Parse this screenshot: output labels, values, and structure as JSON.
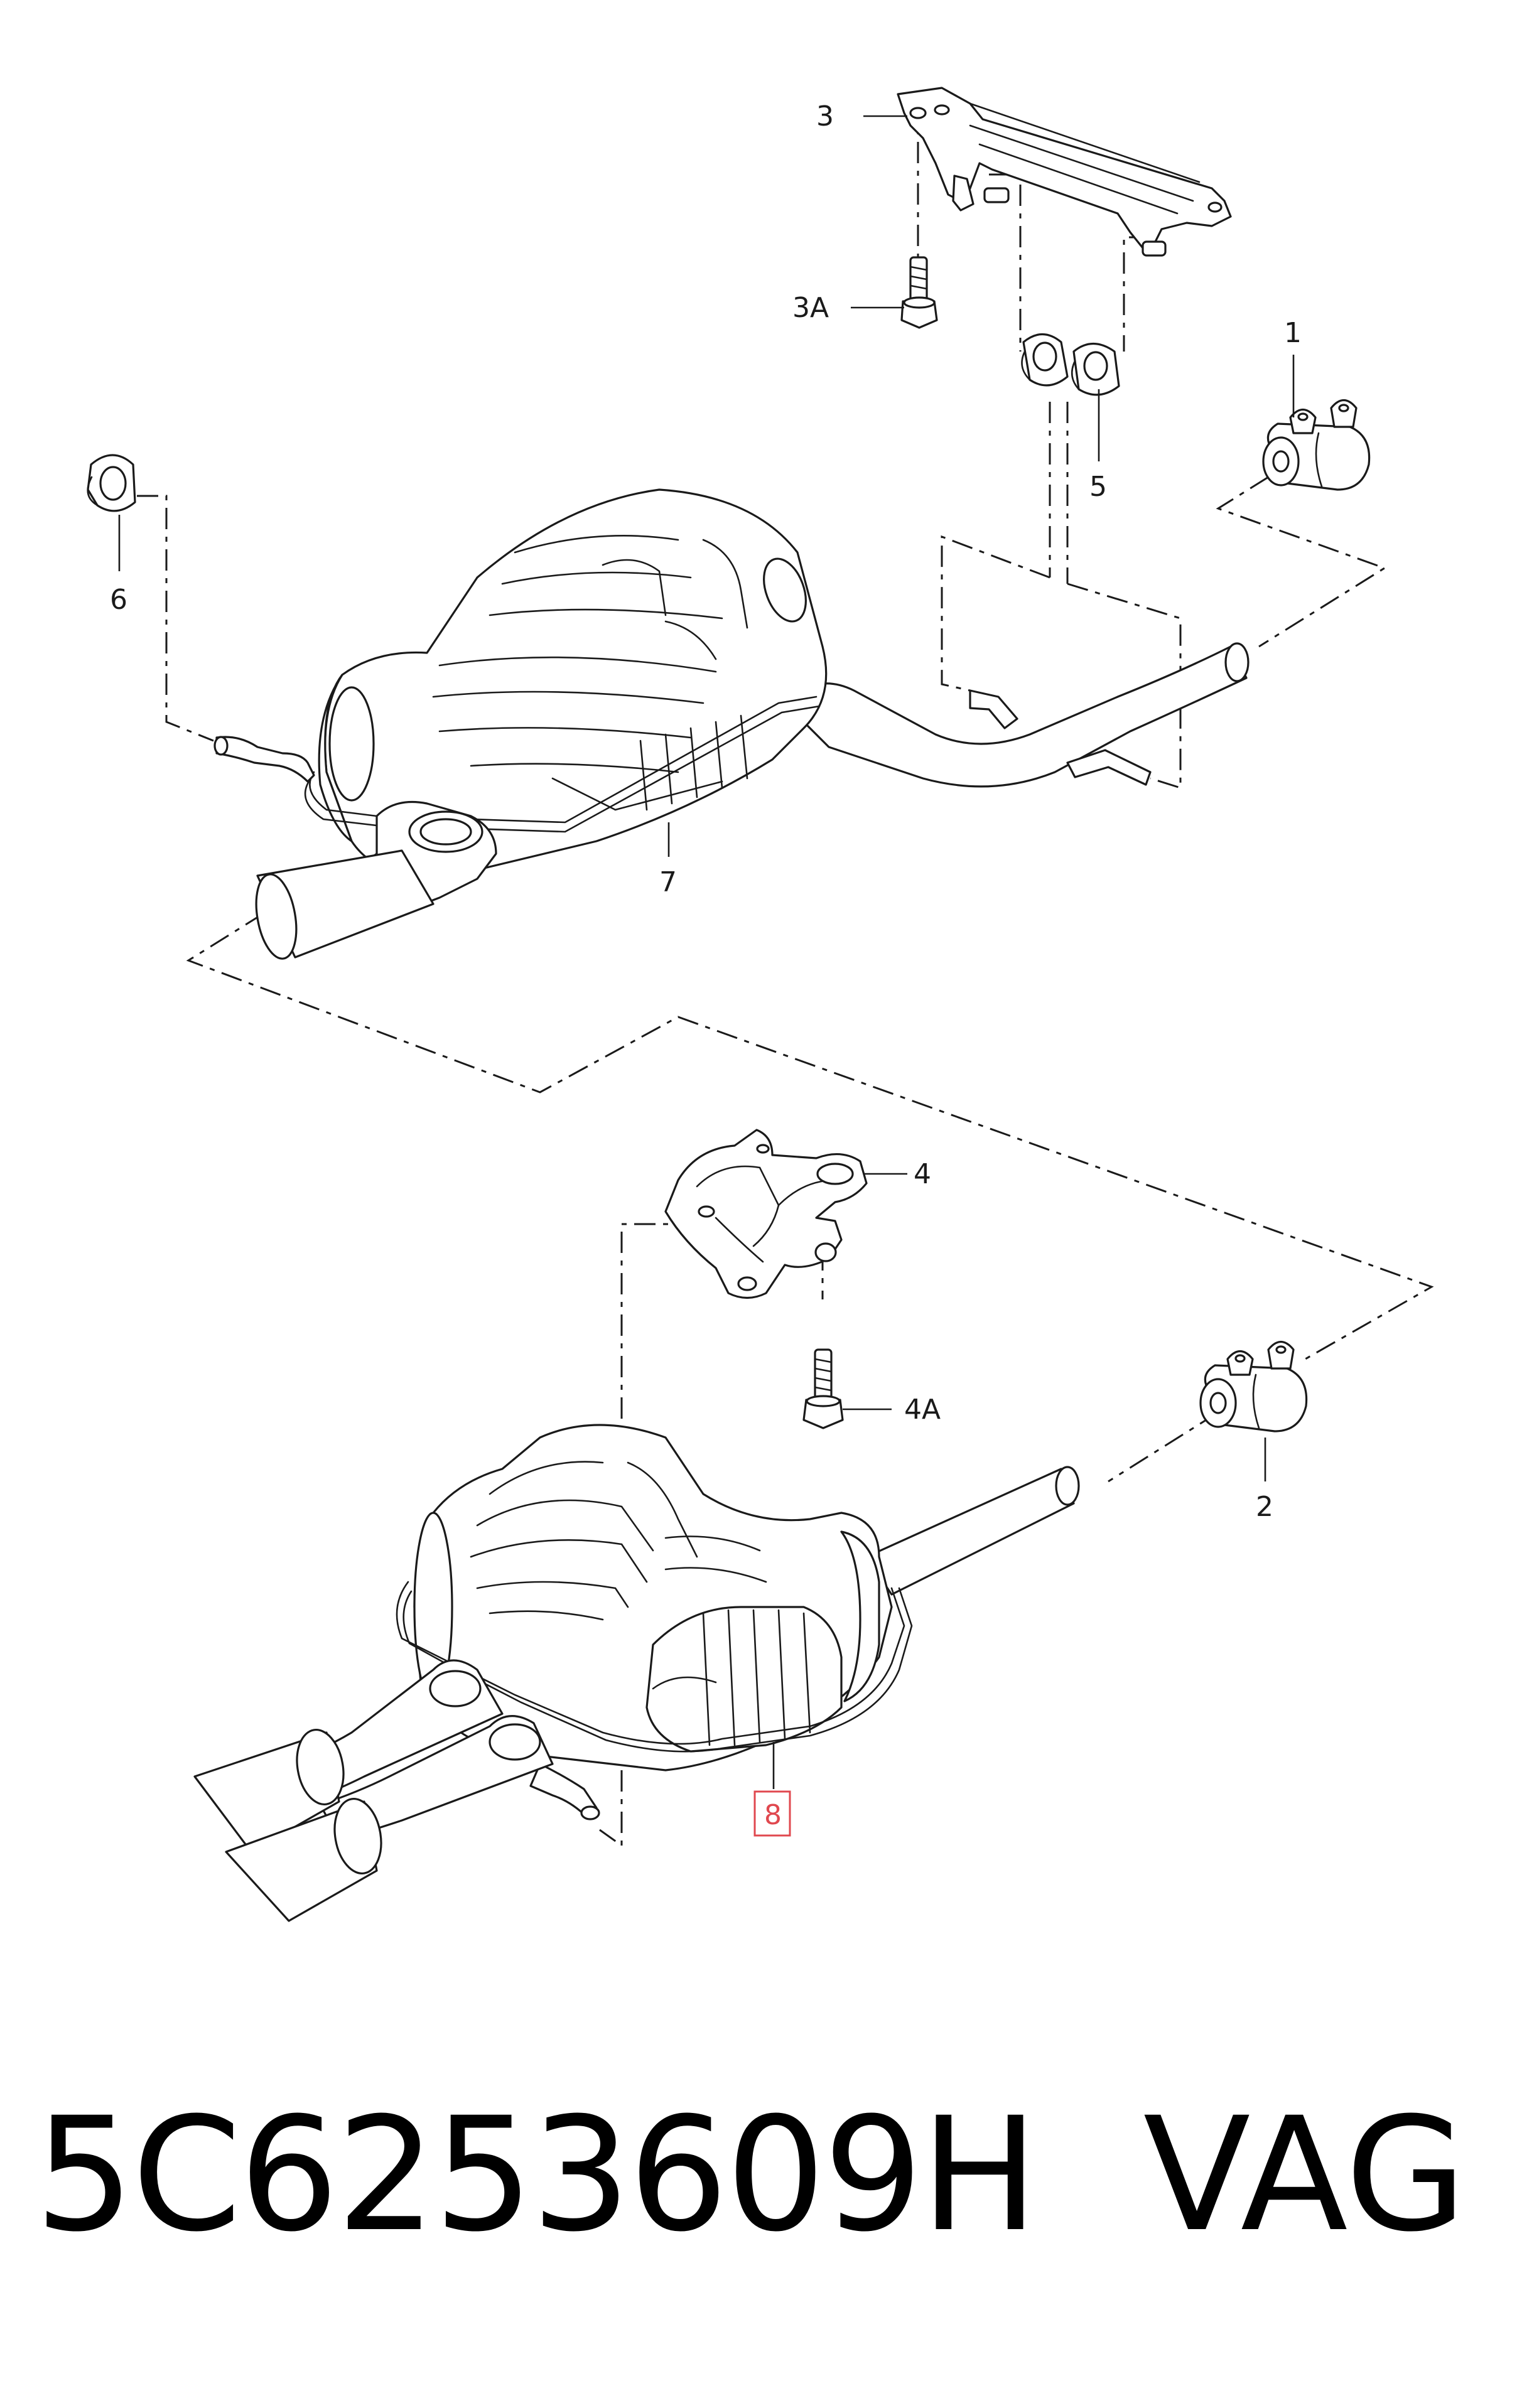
{
  "diagram": {
    "callouts": {
      "c1": "1",
      "c2": "2",
      "c3": "3",
      "c3a": "3A",
      "c4": "4",
      "c4a": "4A",
      "c5": "5",
      "c6": "6",
      "c7": "7",
      "c8": "8"
    },
    "highlight_color": "#e0484f"
  },
  "footer": {
    "part_number": "5C6253609H",
    "brand": "VAG"
  }
}
